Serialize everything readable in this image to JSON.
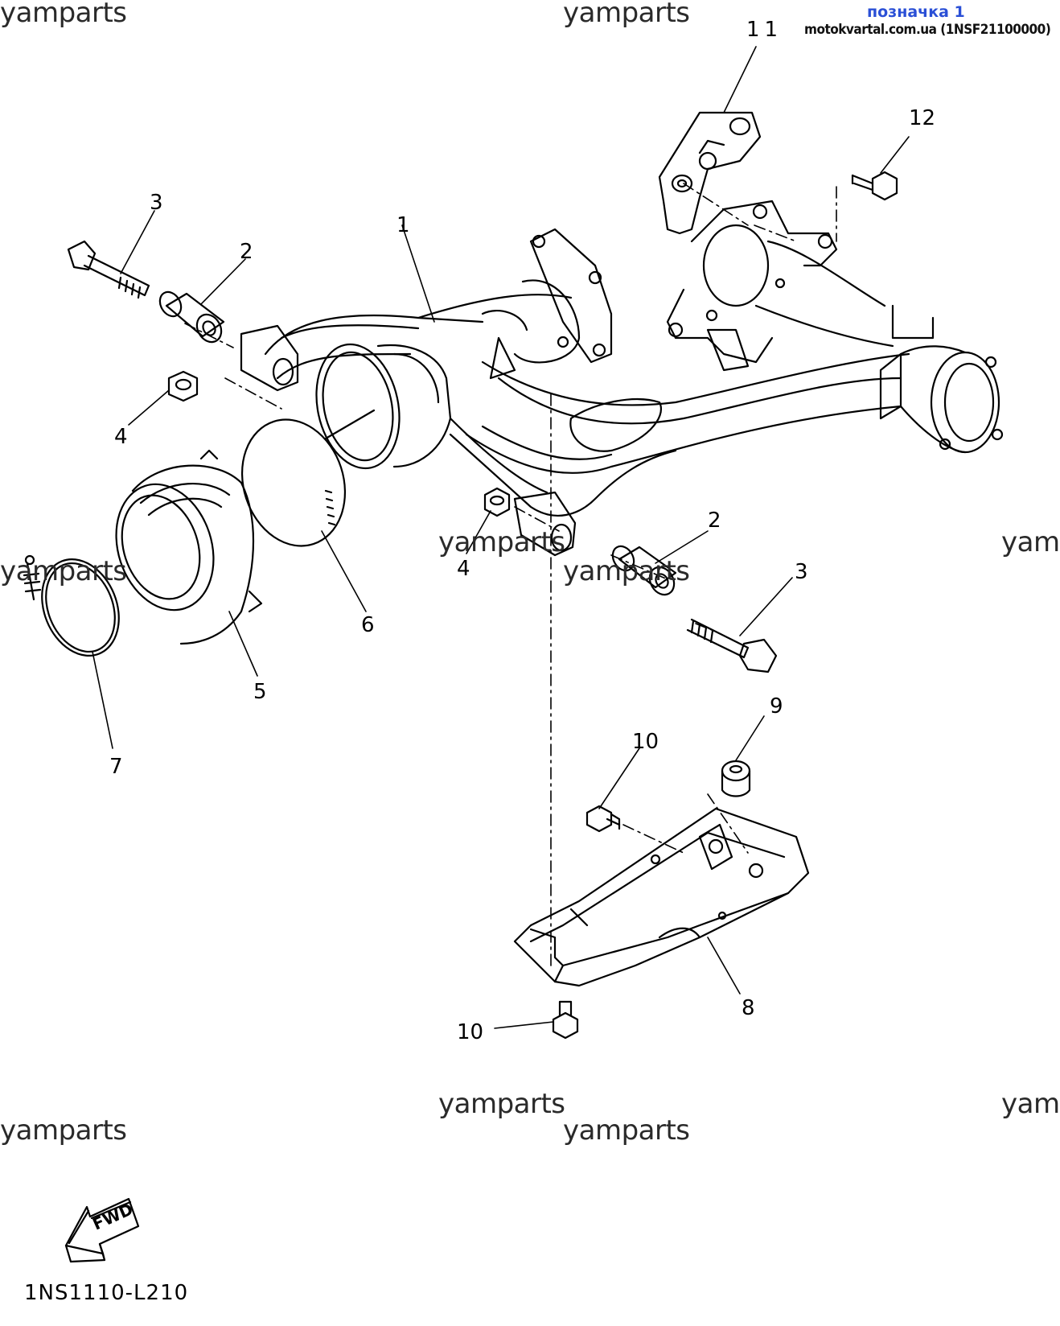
{
  "header": {
    "label": "позначка 1",
    "site": "motokvartal.com.ua (1NSF21100000)"
  },
  "watermarks": [
    "yamparts",
    "yamparts",
    "yamparts",
    "yamparts",
    "yamparts",
    "yamparts",
    "yamparts",
    "yamparts",
    "yam",
    "yam"
  ],
  "callouts": [
    "1",
    "2",
    "3",
    "4",
    "2",
    "3",
    "4",
    "5",
    "6",
    "7",
    "8",
    "9",
    "10",
    "10",
    "11",
    "12"
  ],
  "fwd_label": "FWD",
  "diagram_code": "1NS1110-L210",
  "colors": {
    "line": "#000000",
    "header_accent": "#2a4fd6",
    "background": "#ffffff"
  }
}
